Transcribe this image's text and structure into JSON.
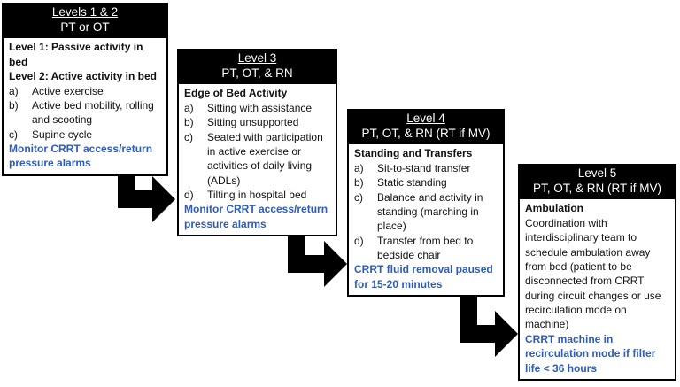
{
  "figure": {
    "note_color": "#2E5CB8",
    "boxes": [
      {
        "header": {
          "line1": "Levels 1 & 2",
          "line2": "PT or OT"
        },
        "intro": [
          "Level 1: Passive activity in bed",
          "Level 2: Active activity in bed"
        ],
        "items": [
          {
            "marker": "a)",
            "text": "Active exercise"
          },
          {
            "marker": "b)",
            "text": "Active bed mobility, rolling and scooting"
          },
          {
            "marker": "c)",
            "text": "Supine cycle"
          }
        ],
        "note": "Monitor CRRT access/return pressure alarms"
      },
      {
        "header": {
          "line1": "Level 3",
          "line2": "PT, OT, & RN"
        },
        "title": "Edge of Bed Activity",
        "items": [
          {
            "marker": "a)",
            "text": "Sitting with assistance"
          },
          {
            "marker": "b)",
            "text": "Sitting unsupported"
          },
          {
            "marker": "c)",
            "text": "Seated with participation in active exercise or activities of daily living (ADLs)"
          },
          {
            "marker": "d)",
            "text": "Tilting in hospital bed"
          }
        ],
        "note": "Monitor CRRT access/return pressure alarms"
      },
      {
        "header": {
          "line1": "Level 4",
          "line2": "PT, OT, & RN (RT if MV)"
        },
        "title": "Standing and Transfers",
        "items": [
          {
            "marker": "a)",
            "text": "Sit-to-stand transfer"
          },
          {
            "marker": "b)",
            "text": "Static standing"
          },
          {
            "marker": "c)",
            "text": "Balance and activity in standing (marching in place)"
          },
          {
            "marker": "d)",
            "text": "Transfer from bed to bedside chair"
          }
        ],
        "note": "CRRT fluid removal paused for 15-20 minutes"
      },
      {
        "header": {
          "line1": "Level 5",
          "line2": "PT, OT, & RN (RT if MV)"
        },
        "title": "Ambulation",
        "paragraph": "Coordination with interdisciplinary team to schedule ambulation away from bed (patient to be disconnected from CRRT during circuit changes or use recirculation mode on machine)",
        "note": "CRRT machine in recirculation mode if filter life < 36 hours"
      }
    ]
  }
}
